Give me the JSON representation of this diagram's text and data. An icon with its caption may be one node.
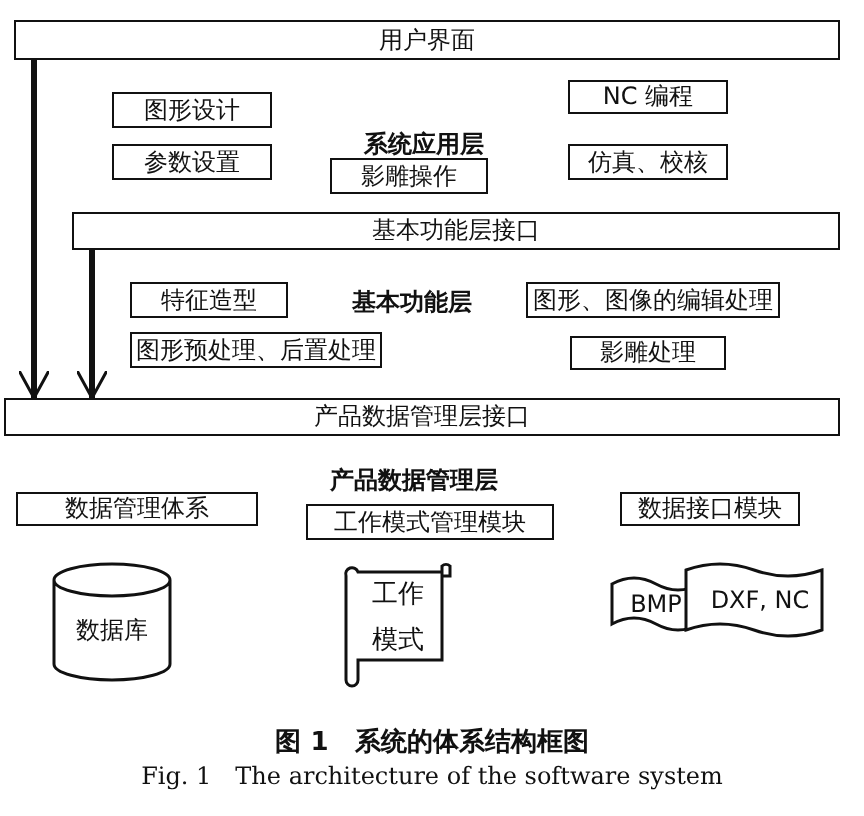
{
  "diagram": {
    "caption": "图 1　系统的体系结构框图",
    "nodes": [
      {
        "text": [
          "用户界面"
        ]
      },
      {
        "text": [
          "图形设计"
        ]
      },
      {
        "text": [
          "NC 编程"
        ]
      },
      {
        "text": [
          "参数设置"
        ]
      },
      {
        "text": [
          "影雕操作"
        ]
      },
      {
        "text": [
          "仿真、校核"
        ]
      },
      {
        "text": [
          "基本功能层接口"
        ]
      },
      {
        "text": [
          "特征造型"
        ]
      },
      {
        "text": [
          "图形、图像的编辑处理"
        ]
      },
      {
        "text": [
          "图形预处理、后置处理"
        ]
      },
      {
        "text": [
          "影雕处理"
        ]
      },
      {
        "text": [
          "产品数据管理层接口"
        ]
      },
      {
        "text": [
          "数据管理体系"
        ]
      },
      {
        "text": [
          "工作模式管理模块"
        ]
      },
      {
        "text": [
          "数据接口模块"
        ]
      },
      {
        "text": [
          "数据库"
        ]
      },
      {
        "text": [
          "工作模式"
        ]
      },
      {
        "text": [
          "BMP"
        ]
      },
      {
        "text": [
          "DXF, NC"
        ]
      }
    ],
    "edges": [
      {
        "from": 0,
        "to": 11,
        "arrow": "to"
      },
      {
        "from": 6,
        "to": 11,
        "arrow": "to"
      }
    ],
    "labels": [
      "系统应用层",
      "基本功能层",
      "产品数据管理层",
      "Fig. 1　The architecture of the software system"
    ]
  }
}
